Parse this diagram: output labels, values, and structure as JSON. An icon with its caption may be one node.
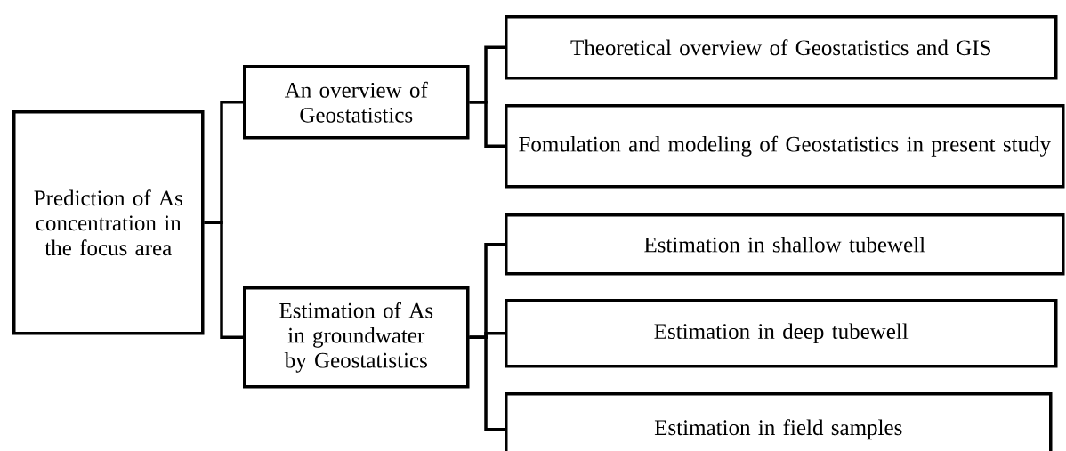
{
  "diagram": {
    "nodes": [
      {
        "text": [
          "Prediction of As concentration in the focus area"
        ]
      },
      {
        "text": [
          "An overview of Geostatistics"
        ]
      },
      {
        "text": [
          "Estimation of As in groundwater by Geostatistics"
        ]
      },
      {
        "text": [
          "Theoretical overview of Geostatistics and GIS"
        ]
      },
      {
        "text": [
          "Fomulation and modeling of Geostatistics in present study"
        ]
      },
      {
        "text": [
          "Estimation in shallow tubewell"
        ]
      },
      {
        "text": [
          "Estimation in deep tubewell"
        ]
      },
      {
        "text": [
          "Estimation in field samples"
        ]
      }
    ],
    "edges": [
      {
        "from": 0,
        "to": 1,
        "arrow": "none"
      },
      {
        "from": 0,
        "to": 2,
        "arrow": "none"
      },
      {
        "from": 1,
        "to": 3,
        "arrow": "none"
      },
      {
        "from": 1,
        "to": 4,
        "arrow": "none"
      },
      {
        "from": 2,
        "to": 5,
        "arrow": "none"
      },
      {
        "from": 2,
        "to": 6,
        "arrow": "none"
      },
      {
        "from": 2,
        "to": 7,
        "arrow": "none"
      }
    ]
  }
}
